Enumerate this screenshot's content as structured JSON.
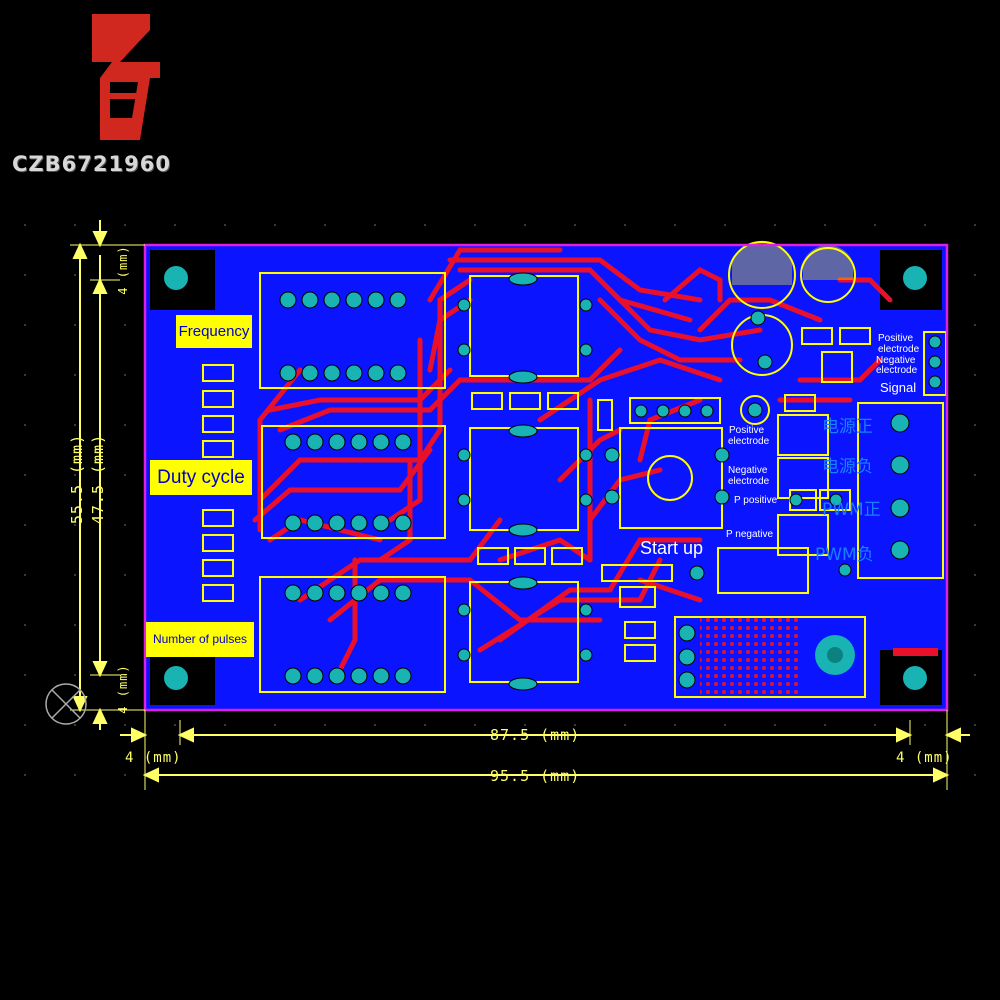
{
  "brand": {
    "name": "CZB6721960",
    "colors": {
      "logo": "#d0281e",
      "text": "#d8d8d8"
    }
  },
  "board": {
    "colors": {
      "copper_bottom": "#0a14ff",
      "trace_top": "#e8102a",
      "silkscreen": "#ffff00",
      "outline": "#e020e0",
      "pad": "#19b3b3"
    },
    "labels": {
      "frequency": "Frequency",
      "duty_cycle": "Duty cycle",
      "number_of_pulses": "Number of pulses",
      "start_up": "Start up",
      "positive_electrode_1": "Positive",
      "positive_electrode_2": "electrode",
      "negative_electrode_1": "Negative",
      "negative_electrode_2": "electrode",
      "signal": "Signal",
      "mid_positive_1": "Positive",
      "mid_positive_2": "electrode",
      "mid_negative_1": "Negative",
      "mid_negative_2": "electrode",
      "p_positive": "P positive",
      "p_negative": "P negative"
    },
    "silk_text": {
      "right_1": "电源正",
      "right_2": "电源负",
      "right_3": "PWM正",
      "right_4": "PWM负"
    }
  },
  "dimensions": {
    "height_total": "55.5 (mm)",
    "height_inner": "47.5 (mm)",
    "top_margin": "4 (mm)",
    "bottom_margin": "4 (mm)",
    "width_inner": "87.5 (mm)",
    "width_total": "95.5 (mm)",
    "left_margin": "4 (mm)",
    "right_margin": "4 (mm)"
  }
}
